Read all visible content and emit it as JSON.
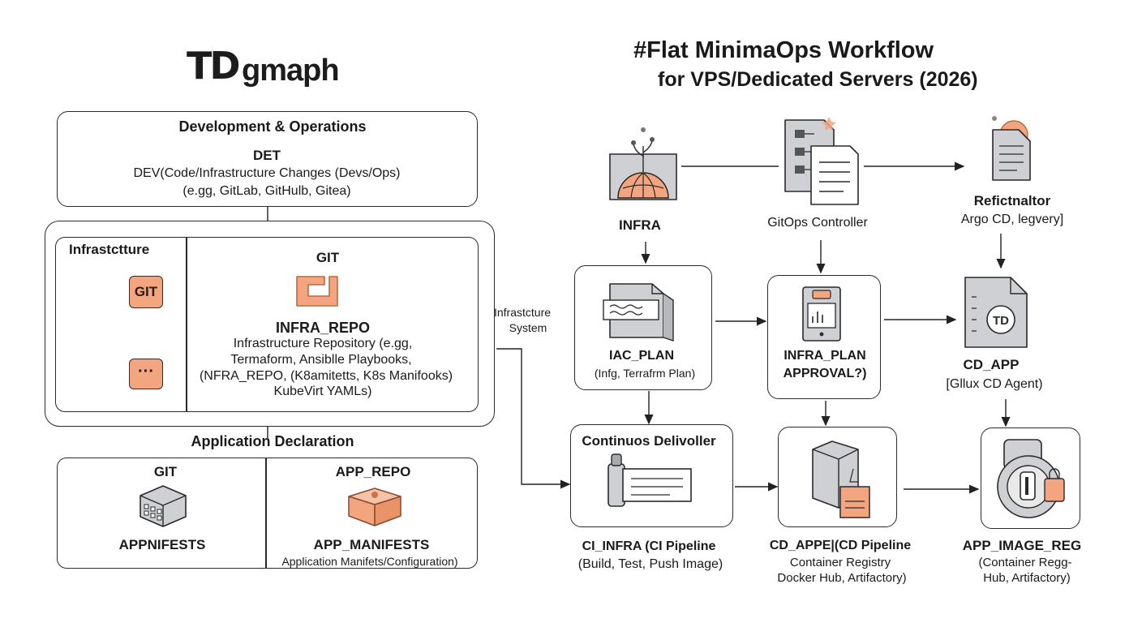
{
  "logo": {
    "mark": "TD",
    "word": "gmaph"
  },
  "title": {
    "line1": "#Flat MinimaOps Workflow",
    "line2": "for VPS/Dedicated Servers (2026)"
  },
  "left": {
    "dev_ops": {
      "heading": "Development & Operations",
      "subheading": "DET",
      "line1": "DEV(Code/Infrastructure Changes (Devs/Ops)",
      "line2": "(e.gg, GitLab, GitHulb, Gitea)"
    },
    "infra_panel": {
      "heading": "Infrastctture",
      "git_badge": "GIT",
      "dots_badge": "···",
      "git_label": "GIT",
      "repo_title": "INFRA_REPO",
      "repo_lines": [
        "Infrastructure Repository (e.gg,",
        "Termaform, Ansiblle Playbooks,",
        "(NFRA_REPO, (K8amitetts, K8s Manifooks)",
        "KubeVirt YAMLs)"
      ]
    },
    "side_label": {
      "line1": "Infrastcture",
      "line2": "System"
    },
    "app_decl": {
      "heading": "Application Declaration",
      "left_title": "GIT",
      "left_label": "APPNIFESTS",
      "right_title": "APP_REPO",
      "right_label": "APP_MANIFESTS",
      "right_sub": "Application Manifets/Configuration)"
    }
  },
  "right": {
    "infra": {
      "label": "INFRA"
    },
    "gitops": {
      "label": "GitOps Controller"
    },
    "reconciler": {
      "line1": "Refictnaltor",
      "line2": "Argo CD, legvery]"
    },
    "iac_plan": {
      "title": "IAC_PLAN",
      "sub": "(Infg, Terrafrm Plan)"
    },
    "infra_plan": {
      "line1": "INFRA_PLAN",
      "line2": "APPROVAL?)"
    },
    "cd_app": {
      "title": "CD_APP",
      "sub": "[Gllux CD Agent)"
    },
    "cd_box": {
      "title": "Continuos Delivoller"
    },
    "ci_infra": {
      "line1": "CI_INFRA (CI Pipeline",
      "line2": "(Build, Test, Push Image)"
    },
    "cd_appe": {
      "line1": "CD_APPE|(CD Pipeline",
      "line2": "Container Registry",
      "line3": "Docker Hub, Artifactory)"
    },
    "app_image_reg": {
      "line1": "APP_IMAGE_REG",
      "line2": "(Container Regg-",
      "line3": "Hub, Artifactory)"
    },
    "cd_app_logo": "TD"
  },
  "colors": {
    "accent": "#f2a57e",
    "accent_stroke": "#c9734a",
    "gray": "#cfd0d3",
    "ink": "#2a2a2a"
  }
}
